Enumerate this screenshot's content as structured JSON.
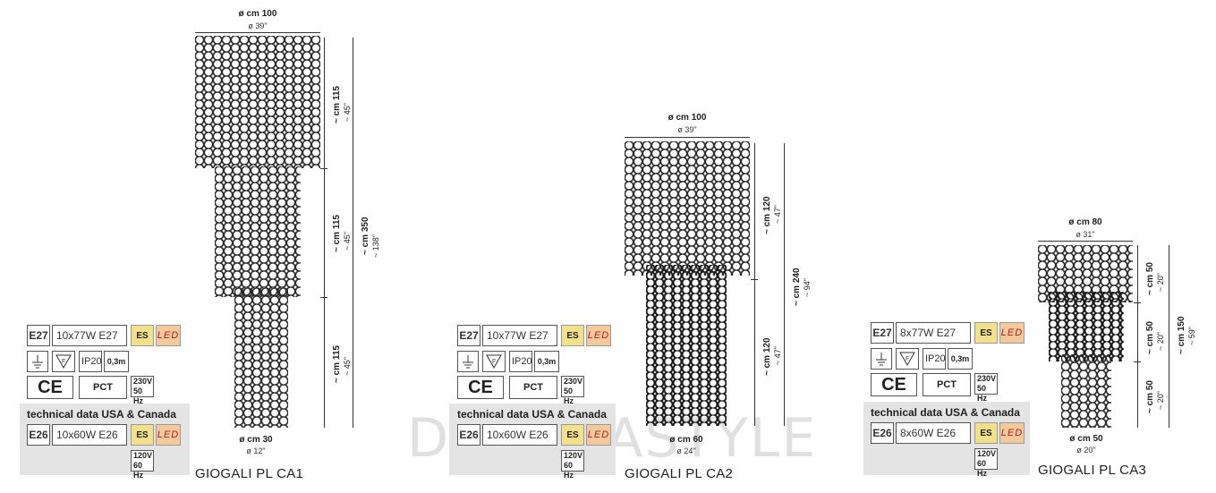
{
  "watermark": "DECORASTYLE",
  "products": [
    {
      "name": "GIOGALI PL CA1",
      "top_diameter": {
        "metric": "ø cm 100",
        "imperial": "ø 39\""
      },
      "bottom_diameter": {
        "metric": "ø cm 30",
        "imperial": "ø 12\""
      },
      "tiers": [
        {
          "metric": "~ cm 115",
          "imperial": "~ 45\""
        },
        {
          "metric": "~ cm 115",
          "imperial": "~ 45\""
        },
        {
          "metric": "~ cm 115",
          "imperial": "~ 45\""
        }
      ],
      "total": {
        "metric": "~ cm 350",
        "imperial": "~ 138\""
      },
      "specs": {
        "socket": "E27",
        "bulbs": "10x77W E27",
        "ip": "IP20",
        "distance": "0,3m",
        "voltage": "230V",
        "hz": "50 Hz"
      },
      "usa": {
        "title": "technical data USA & Canada",
        "socket": "E26",
        "bulbs": "10x60W E26",
        "voltage": "120V",
        "hz": "60 Hz"
      }
    },
    {
      "name": "GIOGALI PL CA2",
      "top_diameter": {
        "metric": "ø cm 100",
        "imperial": "ø 39\""
      },
      "bottom_diameter": {
        "metric": "ø cm 60",
        "imperial": "ø 24\""
      },
      "tiers": [
        {
          "metric": "~ cm 120",
          "imperial": "~ 47\""
        },
        {
          "metric": "~ cm 120",
          "imperial": "~ 47\""
        }
      ],
      "total": {
        "metric": "~ cm 240",
        "imperial": "~ 94\""
      },
      "specs": {
        "socket": "E27",
        "bulbs": "10x77W E27",
        "ip": "IP20",
        "distance": "0,3m",
        "voltage": "230V",
        "hz": "50 Hz"
      },
      "usa": {
        "title": "technical data USA & Canada",
        "socket": "E26",
        "bulbs": "10x60W E26",
        "voltage": "120V",
        "hz": "60 Hz"
      }
    },
    {
      "name": "GIOGALI PL CA3",
      "top_diameter": {
        "metric": "ø cm 80",
        "imperial": "ø 31\""
      },
      "bottom_diameter": {
        "metric": "ø cm 50",
        "imperial": "ø 20\""
      },
      "tiers": [
        {
          "metric": "~ cm 50",
          "imperial": "~ 20\""
        },
        {
          "metric": "~ cm 50",
          "imperial": "~ 20\""
        },
        {
          "metric": "~ cm 50",
          "imperial": "~ 20\""
        }
      ],
      "total": {
        "metric": "~ cm 150",
        "imperial": "~ 59\""
      },
      "specs": {
        "socket": "E27",
        "bulbs": "8x77W E27",
        "ip": "IP20",
        "distance": "0,3m",
        "voltage": "230V",
        "hz": "50 Hz"
      },
      "usa": {
        "title": "technical data USA & Canada",
        "socket": "E26",
        "bulbs": "8x60W E26",
        "voltage": "120V",
        "hz": "60 Hz"
      }
    }
  ],
  "badges": {
    "es": "ES",
    "led": "LED",
    "ce": "CE",
    "pct": "PCT"
  }
}
